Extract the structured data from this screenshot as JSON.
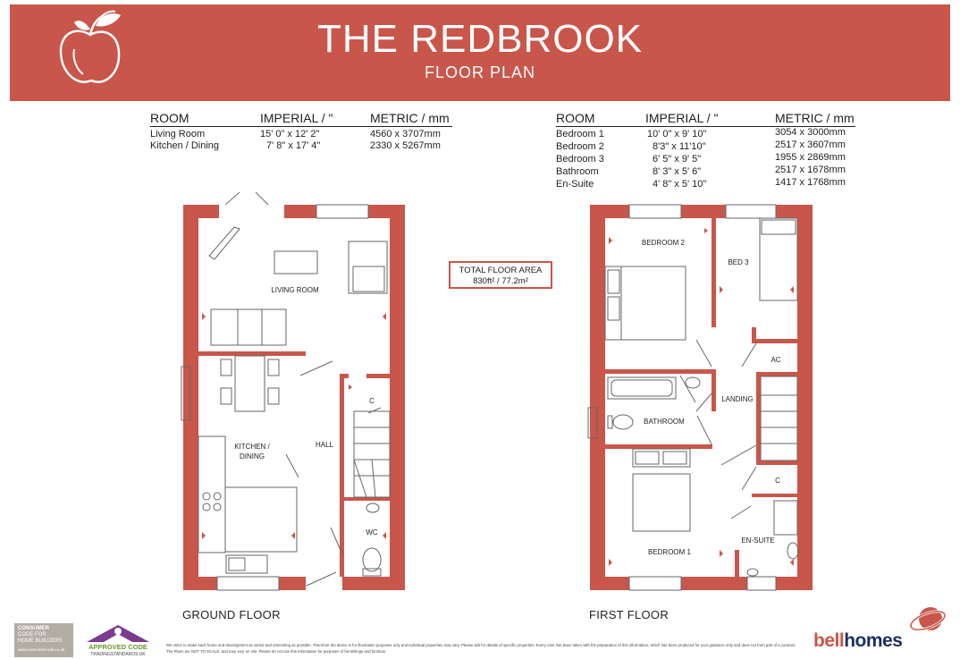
{
  "header": {
    "title": "THE REDBROOK",
    "subtitle": "FLOOR PLAN"
  },
  "ground_table": {
    "col_room": "ROOM",
    "col_imperial": "IMPERIAL / \"",
    "col_metric": "METRIC / mm",
    "rows": [
      {
        "room": "Living Room",
        "imperial": "15' 0\" x 12' 2\"",
        "metric": "4560 x 3707mm"
      },
      {
        "room": "Kitchen / Dining",
        "imperial": "7' 8\" x 17' 4\"",
        "metric": "2330  x 5267mm"
      }
    ]
  },
  "first_table": {
    "col_room": "ROOM",
    "col_imperial": "IMPERIAL / \"",
    "col_metric": "METRIC / mm",
    "rows": [
      {
        "room": "Bedroom 1",
        "imperial": "10' 0\" x   9' 10\"",
        "metric": "3054 x 3000mm"
      },
      {
        "room": "Bedroom 2",
        "imperial": "8'3\"  x 11'10\"",
        "metric": "2517 x 3607mm"
      },
      {
        "room": "Bedroom 3",
        "imperial": "6' 5\" x   9' 5\"",
        "metric": "1955 x 2869mm"
      },
      {
        "room": "Bathroom",
        "imperial": "8' 3\" x   5' 6\"",
        "metric": "2517 x 1678mm"
      },
      {
        "room": "En-Suite",
        "imperial": "4' 8\" x   5' 10\"",
        "metric": "1417 x 1768mm"
      }
    ]
  },
  "total_area": {
    "label": "TOTAL FLOOR AREA",
    "value": "830ft² / 77.2m²"
  },
  "ground_floor": {
    "label": "GROUND FLOOR",
    "rooms": {
      "living": "LIVING ROOM",
      "kitchen1": "KITCHEN /",
      "kitchen2": "DINING",
      "hall": "HALL",
      "cupboard": "C",
      "wc": "WC"
    }
  },
  "first_floor": {
    "label": "FIRST FLOOR",
    "rooms": {
      "bed2": "BEDROOM 2",
      "bed3": "BED 3",
      "ac": "AC",
      "landing": "LANDING",
      "bathroom": "BATHROOM",
      "cupboard": "C",
      "ensuite": "EN-SUITE",
      "bed1": "BEDROOM 1"
    }
  },
  "footer": {
    "badge1_line1": "CONSUMER",
    "badge1_line2": "CODE FOR",
    "badge1_line3": "HOME BUILDERS",
    "badge1_url": "www.consumercode.co.uk",
    "badge2_line1": "APPROVED CODE",
    "badge2_line2": "TRADINGSTANDARDS.UK",
    "disclaimer": "We strive to make each home and development as varied and interesting as possible. Therefore the above is for illustration purposes only and individual properties may vary. Please ask for details of specific properties. Every care has been taken with the preparation of this information, which has been produced for your guidance only and does not form part of a contract. The Plans are NOT TO SCALE, and may vary on site. Please do not use this information for purposes of furnishings and furniture",
    "brand_part1": "bell",
    "brand_part2": "homes"
  },
  "colors": {
    "brand": "#c9564a",
    "brand_navy": "#1e2e5f",
    "wall": "#c9564a"
  },
  "icons": [
    "apple-logo-icon",
    "bellhomes-logo-icon"
  ]
}
